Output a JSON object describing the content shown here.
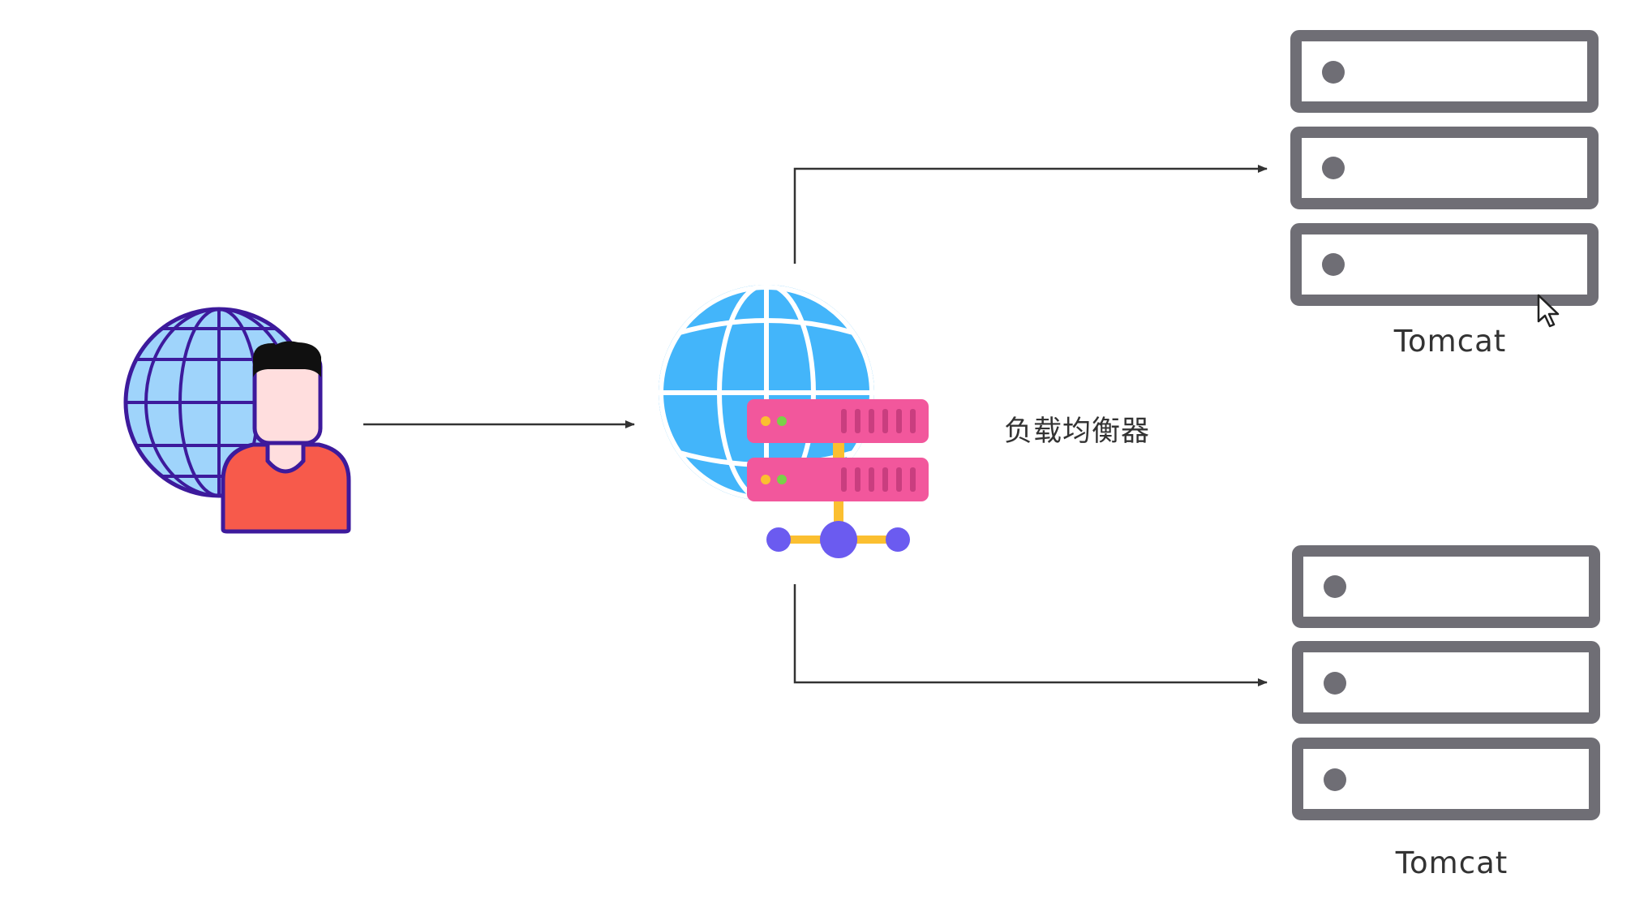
{
  "diagram": {
    "load_balancer": {
      "label": "负载均衡器"
    },
    "servers": [
      {
        "label": "Tomcat"
      },
      {
        "label": "Tomcat"
      }
    ]
  },
  "colors": {
    "arrow": "#333333",
    "server_frame": "#6f6e75",
    "globe_client": "#9fd4fb",
    "globe_client_stroke": "#3d1a9c",
    "person_shirt": "#f75a4b",
    "person_skin": "#ffdede",
    "globe_lb": "#43b5fa",
    "lb_rack": "#f2579c",
    "lb_connector": "#fbbf30",
    "lb_node": "#6b5bf0"
  },
  "icons": {
    "client": "user-globe-icon",
    "load_balancer": "network-server-globe-icon",
    "server": "server-rack-icon",
    "cursor": "mouse-pointer-icon"
  }
}
